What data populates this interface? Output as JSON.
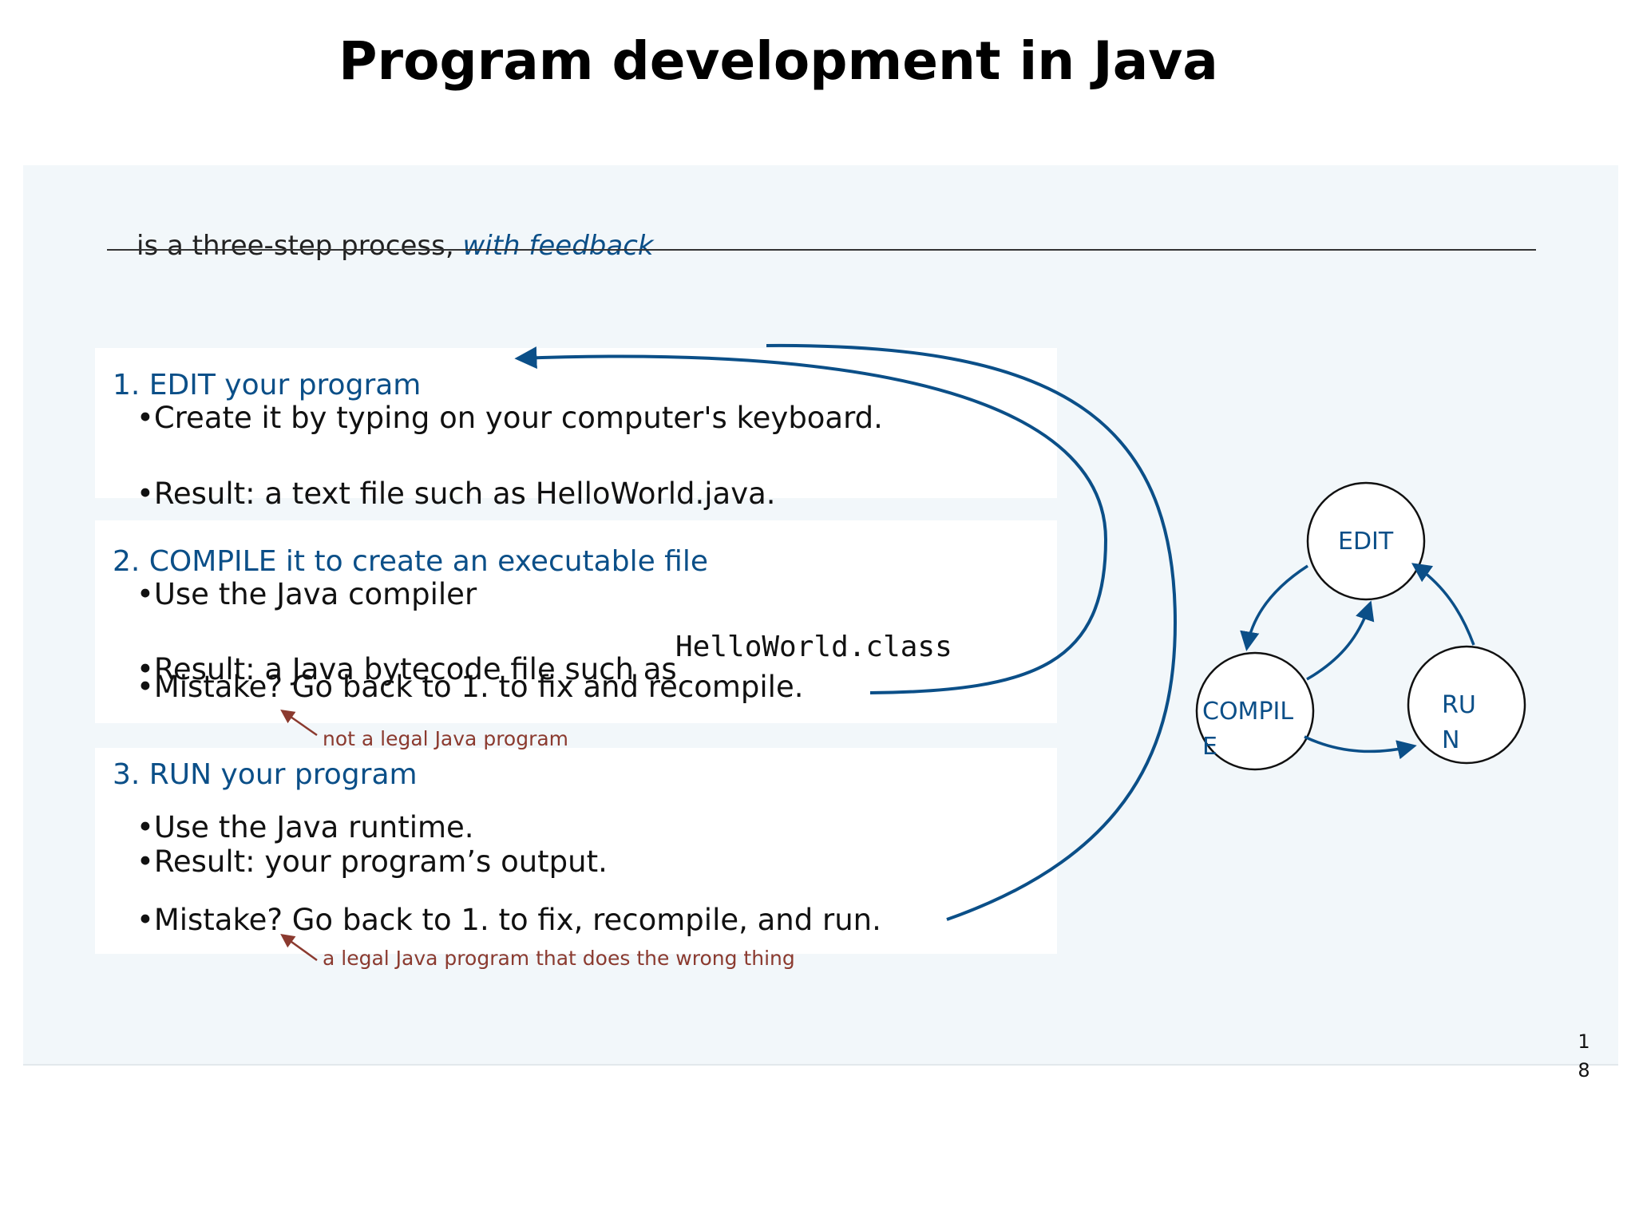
{
  "title": "Program development in Java",
  "subtitle": {
    "prefix": "is a three-step process,",
    "emphasis": "with feedback"
  },
  "steps": [
    {
      "heading": "1. EDIT your program",
      "bullets": [
        "•Create it by typing on your computer's keyboard.",
        "•Result: a text file such as HelloWorld.java."
      ]
    },
    {
      "heading": "2. COMPILE it to create an executable file",
      "bullets": [
        "•Use the Java compiler",
        "•Result: a Java bytecode file such as",
        "•Mistake? Go back to 1. to fix and recompile."
      ],
      "code": "HelloWorld.class",
      "note": "not a legal Java program"
    },
    {
      "heading": "3. RUN your program",
      "bullets": [
        "•Use the Java runtime.",
        "•Result: your program’s output.",
        "•Mistake? Go back to 1. to fix, recompile, and run."
      ],
      "note": "a legal Java program that does the wrong thing"
    }
  ],
  "cycle": {
    "edit": "EDIT",
    "compile_line1": "COMPIL",
    "compile_line2": "E",
    "run_line1": "RU",
    "run_line2": "N"
  },
  "page_number": "18",
  "colors": {
    "accent": "#0b4f88",
    "note": "#8b3a2f",
    "panel": "#f2f7fa"
  }
}
